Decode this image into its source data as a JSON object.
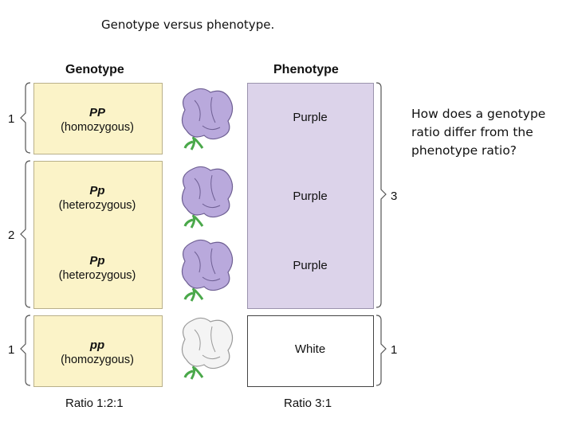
{
  "slide_title": "Genotype versus phenotype.",
  "question": "How does a genotype ratio differ from the phenotype ratio?",
  "diagram": {
    "genotype_header": "Genotype",
    "phenotype_header": "Phenotype",
    "genotypes": [
      {
        "symbol": "PP",
        "zygosity": "(homozygous)"
      },
      {
        "symbol": "Pp",
        "zygosity": "(heterozygous)"
      },
      {
        "symbol": "Pp",
        "zygosity": "(heterozygous)"
      },
      {
        "symbol": "pp",
        "zygosity": "(homozygous)"
      }
    ],
    "phenotypes": [
      "Purple",
      "Purple",
      "Purple",
      "White"
    ],
    "genotype_counts": [
      "1",
      "2",
      "1"
    ],
    "phenotype_counts": [
      "3",
      "1"
    ],
    "genotype_ratio": "Ratio 1:2:1",
    "phenotype_ratio": "Ratio 3:1",
    "colors": {
      "genotype_fill": "#fbf3c8",
      "phenotype_fill": "#dcd3ea",
      "purple_flower": "#b9a9dc",
      "white_flower": "#f4f4f4",
      "stem": "#4aa84a"
    },
    "icons": [
      "purple-flower-icon",
      "purple-flower-icon",
      "purple-flower-icon",
      "white-flower-icon"
    ]
  }
}
